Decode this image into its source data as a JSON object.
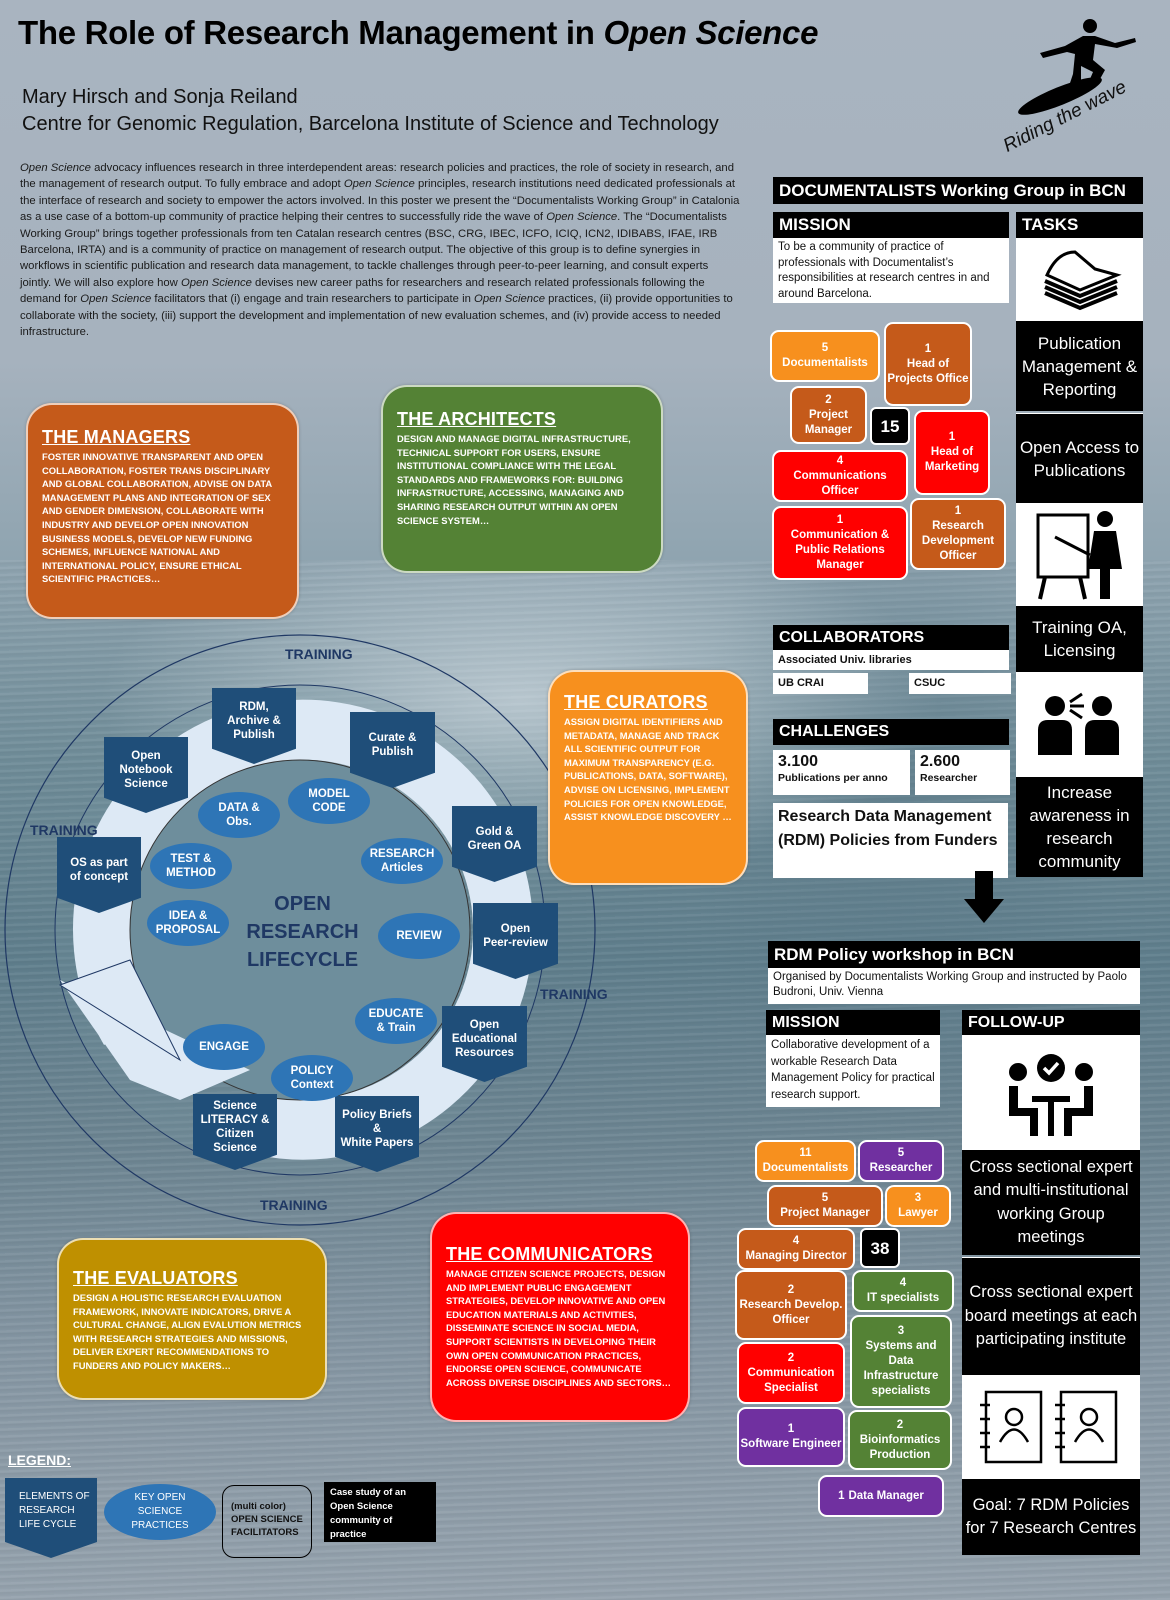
{
  "header": {
    "title_plain": "The Role of Research Management in ",
    "title_italic": "Open Science",
    "authors": "Mary Hirsch and Sonja Reiland",
    "affiliation": "Centre for Genomic Regulation, Barcelona Institute of Science and Technology",
    "logo_text": "Riding the wave"
  },
  "abstract": {
    "segments": [
      {
        "t": "Open Science",
        "i": true
      },
      {
        "t": " advocacy influences research in three interdependent areas: research policies and practices, the role of society in research, and the management of research output. To fully embrace and adopt ",
        "i": false
      },
      {
        "t": "Open Science",
        "i": true
      },
      {
        "t": " principles, research institutions need dedicated professionals at the interface of research and society to empower the actors involved. In this poster we present the “Documentalists Working Group” in Catalonia as a use case of a bottom-up community of practice helping their centres to successfully ride the wave of ",
        "i": false
      },
      {
        "t": "Open Science",
        "i": true
      },
      {
        "t": ".  The “Documentalists Working Group” brings together professionals from ten Catalan research centres (BSC, CRG, IBEC, ICFO, ICIQ, ICN2, IDIBABS, IFAE, IRB Barcelona, IRTA) and is a community of practice on management of research output. The objective of this group is to define synergies in workflows in scientific publication and research data management, to tackle challenges through peer-to-peer learning, and consult experts jointly. We will also explore how ",
        "i": false
      },
      {
        "t": "Open Science",
        "i": true
      },
      {
        "t": " devises new career paths for researchers and research related professionals following the demand for ",
        "i": false
      },
      {
        "t": "Open Science",
        "i": true
      },
      {
        "t": " facilitators that (i) engage and train researchers to participate in ",
        "i": false
      },
      {
        "t": "Open Science",
        "i": true
      },
      {
        "t": " practices, (ii) provide opportunities to collaborate with the society, (iii) support the development and implementation of new evaluation schemes, and (iv) provide access to needed infrastructure.",
        "i": false
      }
    ]
  },
  "roles": {
    "managers": {
      "title": "THE MANAGERS",
      "text": "FOSTER INNOVATIVE TRANSPARENT AND OPEN COLLABORATION, FOSTER TRANS DISCIPLINARY AND GLOBAL COLLABORATION, ADVISE ON DATA MANAGEMENT PLANS AND INTEGRATION OF SEX AND GENDER DIMENSION, COLLABORATE WITH INDUSTRY AND DEVELOP OPEN INNOVATION BUSINESS MODELS, DEVELOP NEW FUNDING SCHEMES, INFLUENCE NATIONAL AND INTERNATIONAL POLICY, ENSURE ETHICAL SCIENTIFIC PRACTICES…",
      "color": "#c55a1a"
    },
    "architects": {
      "title": "THE ARCHITECTS",
      "text": "DESIGN AND MANAGE DIGITAL INFRASTRUCTURE, TECHNICAL SUPPORT FOR USERS, ENSURE INSTITUTIONAL COMPLIANCE WITH THE LEGAL STANDARDS AND FRAMEWORKS FOR: BUILDING INFRASTRUCTURE, ACCESSING, MANAGING AND SHARING RESEARCH OUTPUT WITHIN AN OPEN SCIENCE SYSTEM…",
      "color": "#548235"
    },
    "curators": {
      "title": "THE CURATORS",
      "text": "ASSIGN DIGITAL IDENTIFIERS AND METADATA, MANAGE AND TRACK ALL SCIENTIFIC OUTPUT FOR MAXIMUM TRANSPARENCY (E.G. PUBLICATIONS, DATA, SOFTWARE), ADVISE ON LICENSING, IMPLEMENT POLICIES FOR OPEN KNOWLEDGE, ASSIST KNOWLEDGE DISCOVERY …",
      "color": "#f7901e"
    },
    "evaluators": {
      "title": "THE EVALUATORS",
      "text": "DESIGN A HOLISTIC RESEARCH EVALUATION FRAMEWORK, INNOVATE INDICATORS, DRIVE A CULTURAL CHANGE, ALIGN EVALUTION METRICS WITH RESEARCH STRATEGIES AND MISSIONS, DELIVER EXPERT RECOMMENDATIONS TO FUNDERS AND POLICY MAKERS…",
      "color": "#bf9000"
    },
    "communicators": {
      "title": "THE COMMUNICATORS",
      "text": "MANAGE CITIZEN SCIENCE PROJECTS, DESIGN AND IMPLEMENT PUBLIC ENGAGEMENT STRATEGIES, DEVELOP INNOVATIVE AND OPEN EDUCATION MATERIALS AND ACTIVITIES, DISSEMINATE SCIENCE IN SOCIAL MEDIA, SUPPORT SCIENTISTS IN DEVELOPING THEIR OWN OPEN COMMUNICATION PRACTICES, ENDORSE OPEN SCIENCE, COMMUNICATE ACROSS DIVERSE DISCIPLINES AND SECTORS…",
      "color": "#ff0000"
    }
  },
  "lifecycle": {
    "center": [
      "OPEN",
      "RESEARCH",
      "LIFECYCLE"
    ],
    "training_label": "TRAINING",
    "elements": [
      "RDM,\nArchive &\nPublish",
      "Curate &\nPublish",
      "Gold &\nGreen OA",
      "Open\nPeer-review",
      "Open\nEducational\nResources",
      "Policy Briefs\n&\nWhite Papers",
      "Science\nLITERACY &\nCitizen\nScience",
      "OS as part\nof concept",
      "Open\nNotebook\nScience"
    ],
    "practices": [
      "DATA &\nObs.",
      "MODEL\nCODE",
      "RESEARCH\nArticles",
      "REVIEW",
      "EDUCATE\n& Train",
      "POLICY\nContext",
      "ENGAGE",
      "IDEA &\nPROPOSAL",
      "TEST &\nMETHOD"
    ]
  },
  "working_group": {
    "title": "DOCUMENTALISTS Working Group in BCN",
    "mission_label": "MISSION",
    "mission_text": "To be a community of practice of professionals with Documentalist’s responsibilities at research centres in and around Barcelona.",
    "total": "15",
    "members": [
      {
        "n": "5",
        "role": "Documentalists",
        "color": "orange"
      },
      {
        "n": "1",
        "role": "Head of Projects Office",
        "color": "rust"
      },
      {
        "n": "2",
        "role": "Project Manager",
        "color": "rust"
      },
      {
        "n": "1",
        "role": "Head of Marketing",
        "color": "red"
      },
      {
        "n": "4",
        "role": "Communications Officer",
        "color": "red"
      },
      {
        "n": "1",
        "role": "Communication & Public Relations Manager",
        "color": "red"
      },
      {
        "n": "1",
        "role": "Research Development Officer",
        "color": "rust"
      }
    ],
    "collaborators_label": "COLLABORATORS",
    "collaborators_sub": "Associated Univ. libraries",
    "collaborators": [
      "UB CRAI",
      "CSUC"
    ],
    "challenges_label": "CHALLENGES",
    "challenges": [
      {
        "value": "3.100",
        "label": "Publications per anno"
      },
      {
        "value": "2.600",
        "label": "Researcher"
      }
    ],
    "challenge_rdm": "Research Data Management (RDM) Policies from Funders",
    "tasks_label": "TASKS",
    "tasks": [
      "Publication Management & Reporting",
      "Open Access to Publications",
      "Training OA, Licensing",
      "Increase awareness in research community"
    ]
  },
  "workshop": {
    "title": "RDM Policy workshop in BCN",
    "subtitle": "Organised by Documentalists Working Group and instructed by Paolo Budroni, Univ. Vienna",
    "mission_label": "MISSION",
    "mission_text": "Collaborative development of a workable Research Data Management Policy for practical research support.",
    "followup_label": "FOLLOW-UP",
    "followups": [
      "Cross sectional expert and multi-institutional working Group meetings",
      "Cross sectional expert board meetings at each participating institute",
      "Goal: 7 RDM Policies for 7 Research Centres"
    ],
    "total": "38",
    "members": [
      {
        "n": "11",
        "role": "Documentalists",
        "color": "orange"
      },
      {
        "n": "5",
        "role": "Researcher",
        "color": "purple"
      },
      {
        "n": "5",
        "role": "Project Manager",
        "color": "rust"
      },
      {
        "n": "3",
        "role": "Lawyer",
        "color": "orange"
      },
      {
        "n": "4",
        "role": "Managing Director",
        "color": "rust"
      },
      {
        "n": "4",
        "role": "IT specialists",
        "color": "green"
      },
      {
        "n": "2",
        "role": "Research Develop. Officer",
        "color": "rust"
      },
      {
        "n": "3",
        "role": "Systems and Data Infrastructure specialists",
        "color": "green"
      },
      {
        "n": "2",
        "role": "Communication Specialist",
        "color": "red"
      },
      {
        "n": "1",
        "role": "Software Engineer",
        "color": "purple"
      },
      {
        "n": "2",
        "role": "Bioinformatics Production",
        "color": "green"
      },
      {
        "n": "1",
        "role": "Data Manager",
        "color": "purple"
      }
    ]
  },
  "legend": {
    "title": "LEGEND:",
    "items": [
      "ELEMENTS OF RESEARCH LIFE CYCLE",
      "KEY OPEN SCIENCE PRACTICES",
      "(multi color) OPEN SCIENCE FACILITATORS",
      "Case study of an Open Science community of practice"
    ]
  },
  "colors": {
    "element_blue": "#1f4e79",
    "practice_blue": "#2e75b6",
    "training_navy": "#1f3864",
    "orange": "#f7901e",
    "rust": "#c55a1a",
    "red": "#ff0000",
    "purple": "#7030a0",
    "green": "#548235"
  }
}
